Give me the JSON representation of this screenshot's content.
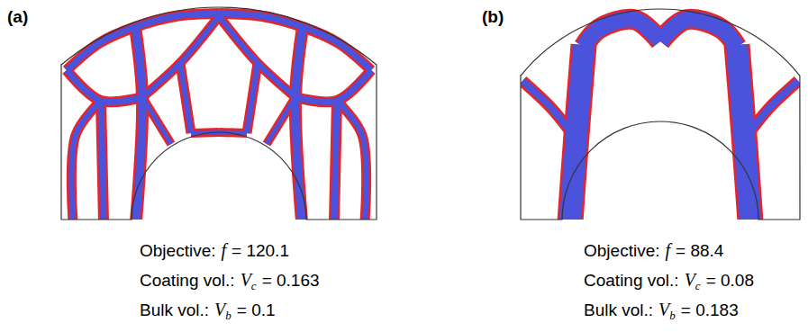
{
  "diagram": {
    "labels": [
      "(a)",
      "(b)",
      "Objective:",
      "f",
      "= 120.1",
      "Coating vol.:",
      "V",
      "c",
      "= 0.163",
      "Bulk vol.:",
      "V",
      "b",
      "= 0.1",
      "Objective:",
      "f",
      "= 88.4",
      "Coating vol.:",
      "V",
      "c",
      "= 0.08",
      "Bulk vol.:",
      "V",
      "b",
      "= 0.183"
    ]
  }
}
